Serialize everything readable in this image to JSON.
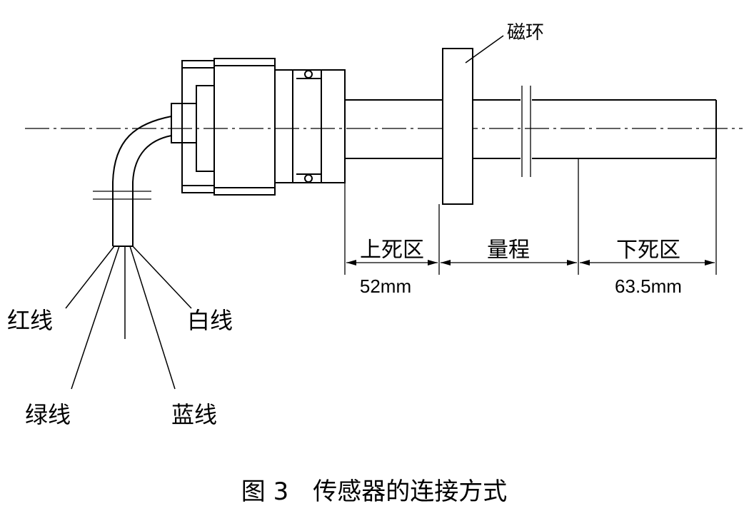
{
  "labels": {
    "magnet_ring": "磁环",
    "upper_dead_zone": "上死区",
    "range": "量程",
    "lower_dead_zone": "下死区",
    "upper_dim": "52mm",
    "lower_dim": "63.5mm",
    "red_wire": "红线",
    "white_wire": "白线",
    "green_wire": "绿线",
    "blue_wire": "蓝线"
  },
  "caption": "图 3　传感器的连接方式"
}
